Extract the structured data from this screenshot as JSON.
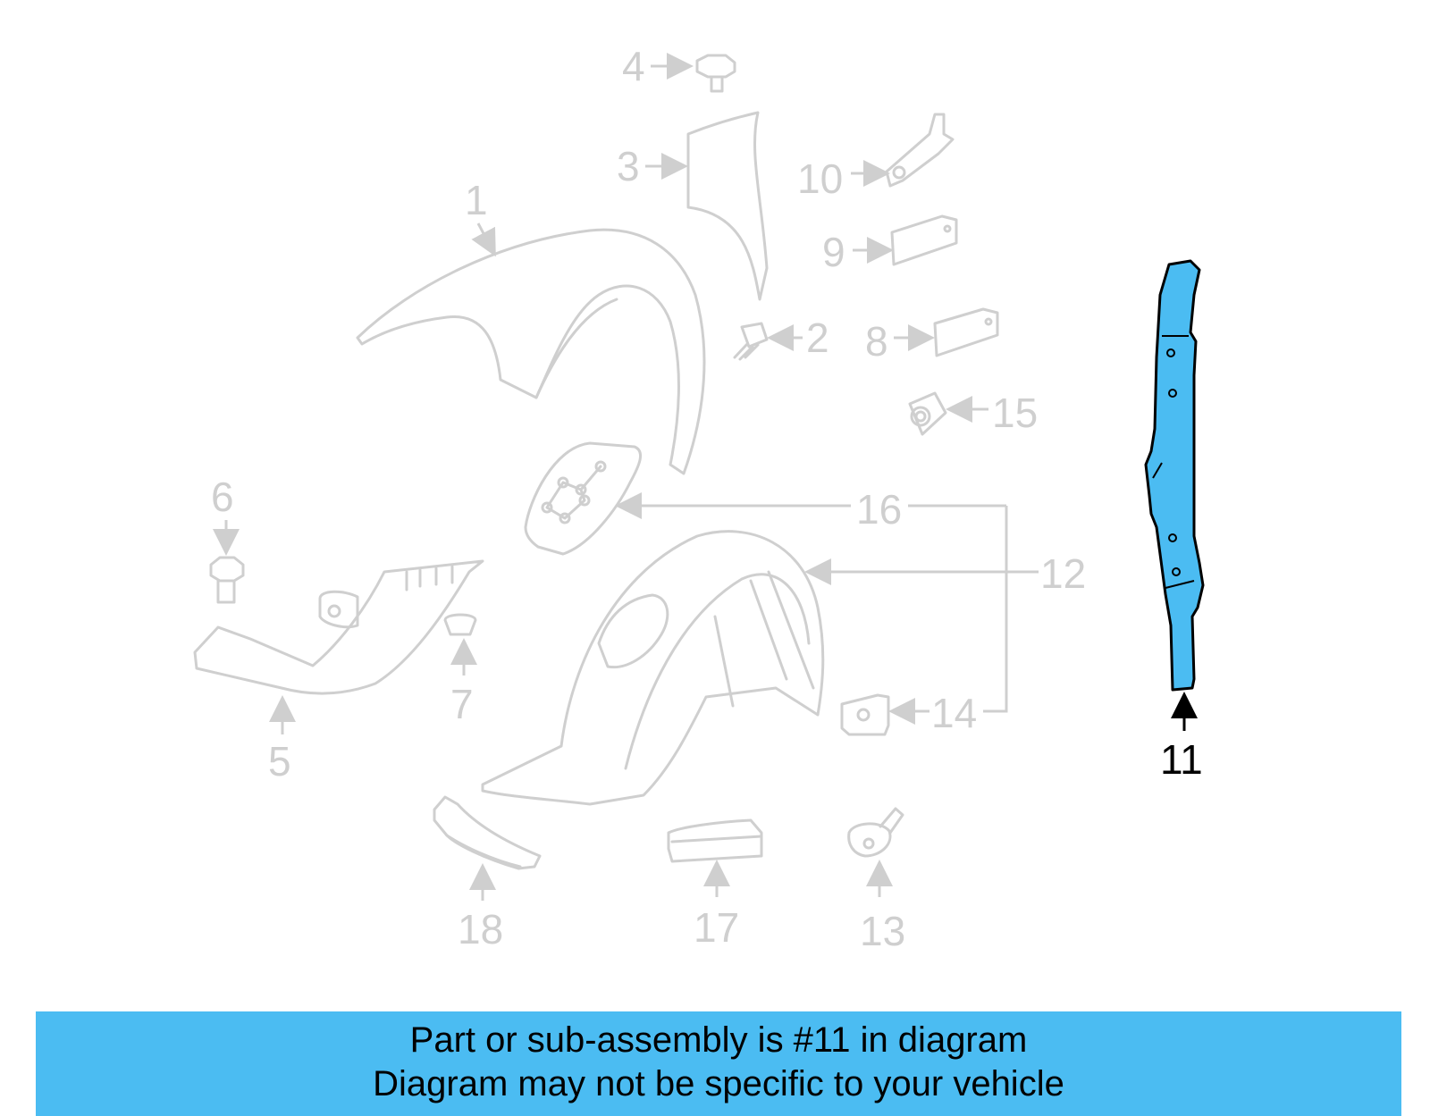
{
  "diagram": {
    "highlight_color": "#4bbcf2",
    "ghost_color": "#cfcfcf",
    "callouts": {
      "c1": "1",
      "c2": "2",
      "c3": "3",
      "c4": "4",
      "c5": "5",
      "c6": "6",
      "c7": "7",
      "c8": "8",
      "c9": "9",
      "c10": "10",
      "c11": "11",
      "c12": "12",
      "c13": "13",
      "c14": "14",
      "c15": "15",
      "c16": "16",
      "c17": "17",
      "c18": "18"
    }
  },
  "banner": {
    "line1": "Part or sub-assembly is #11 in diagram",
    "line2": "Diagram may not be specific to your vehicle"
  }
}
